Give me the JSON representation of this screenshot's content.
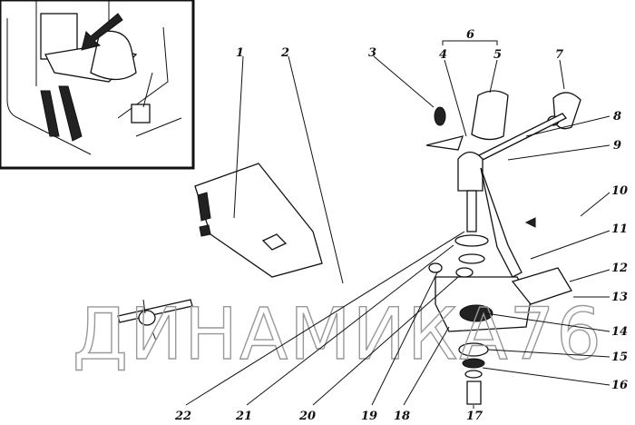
{
  "figure": {
    "watermark": "ДИНАМИКА76",
    "inset": {
      "description_icon": "cab-interior-with-arrow"
    },
    "callouts": [
      "1",
      "2",
      "3",
      "4",
      "5",
      "6",
      "7",
      "8",
      "9",
      "10",
      "11",
      "12",
      "13",
      "14",
      "15",
      "16",
      "17",
      "18",
      "19",
      "20",
      "21",
      "22"
    ]
  }
}
